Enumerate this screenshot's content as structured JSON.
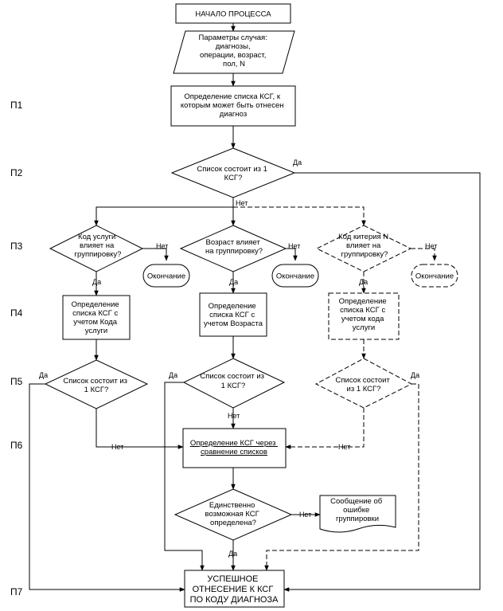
{
  "stages": [
    "П1",
    "П2",
    "П3",
    "П4",
    "П5",
    "П6",
    "П7"
  ],
  "nodes": {
    "start": [
      "НАЧАЛО ПРОЦЕССА"
    ],
    "params": [
      "Параметры случая:",
      "диагнозы,",
      "операции, возраст,",
      "пол, N"
    ],
    "p1_define": [
      "Определение списка КСГ, к",
      "которым может быть отнесен",
      "диагноз"
    ],
    "p2_check": [
      "Список состоит из 1",
      "КСГ?"
    ],
    "p3_code": [
      "Код услуги",
      "влияет на",
      "группировку?"
    ],
    "p3_age": [
      "Возраст влияет",
      "на группировку?"
    ],
    "p3_criteria": [
      "Код китерия N",
      "влияет на",
      "группировку?"
    ],
    "end1": [
      "Окончание"
    ],
    "end2": [
      "Окончание"
    ],
    "end3": [
      "Окончание"
    ],
    "p4_code": [
      "Определение",
      "списка КСГ с",
      "учетом Кода",
      "услуги"
    ],
    "p4_age": [
      "Определение",
      "списка КСГ с",
      "учетом Возраста"
    ],
    "p4_criteria": [
      "Определение",
      "списка КСГ с",
      "учетом кода",
      "услуги"
    ],
    "p5_left": [
      "Список состоит из",
      "1 КСГ?"
    ],
    "p5_mid": [
      "Список состоит из",
      "1 КСГ?"
    ],
    "p5_right": [
      "Список состоит",
      "из 1 КСГ?"
    ],
    "p6_compare": [
      "Определение КСГ через",
      "сравнение списков"
    ],
    "p6_single": [
      "Единственно",
      "возможная КСГ",
      "определена?"
    ],
    "error_msg": [
      "Сообщение об",
      "ошибке",
      "группировки"
    ],
    "success": [
      "УСПЕШНОЕ",
      "ОТНЕСЕНИЕ К КСГ",
      "ПО КОДУ ДИАГНОЗА"
    ]
  },
  "edge_labels": {
    "yes": "Да",
    "no": "Нет"
  }
}
